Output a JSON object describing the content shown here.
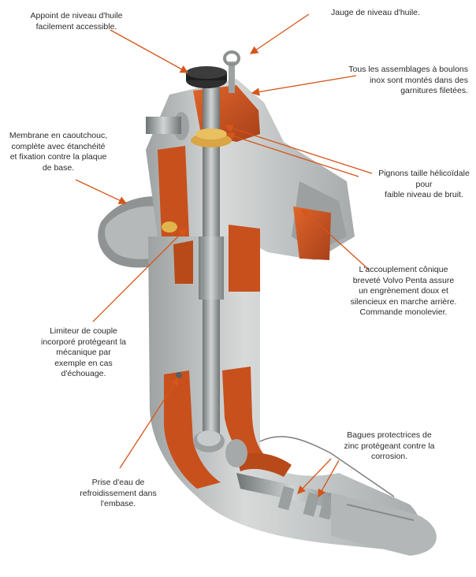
{
  "labels": {
    "oil_access": "Appoint de niveau d'huile\nfacilement accessible.",
    "dipstick": "Jauge de niveau d'huile.",
    "bolts": "Tous les assemblages à boulons\ninox sont montés dans des\ngarnitures filetées.",
    "membrane": "Membrane en caoutchouc,\ncomplète avec étanchéité\net fixation contre la plaque\nde base.",
    "pinions": "Pignons taille hélicoïdale pour\nfaible niveau de bruit.",
    "coupling": "L'accouplement cônique\nbreveté Volvo Penta assure\nun engrènement doux et\nsilencieux en marche arrière.\nCommande monolevier.",
    "torque_limiter": "Limiteur de couple\nincorporé protégeant la\nmécanique par\nexemple en cas\nd'échouage.",
    "zinc_rings": "Bagues protectrices de\nzinc protégeant contre la\ncorrosion.",
    "water_intake": "Prise d'eau de\nrefroidissement dans\nl'embase."
  },
  "colors": {
    "arrow": "#d4561b",
    "housing_grey": "#b9bcbc",
    "cutaway_orange": "#c8501c",
    "shaft_steel": "#8e9494"
  }
}
